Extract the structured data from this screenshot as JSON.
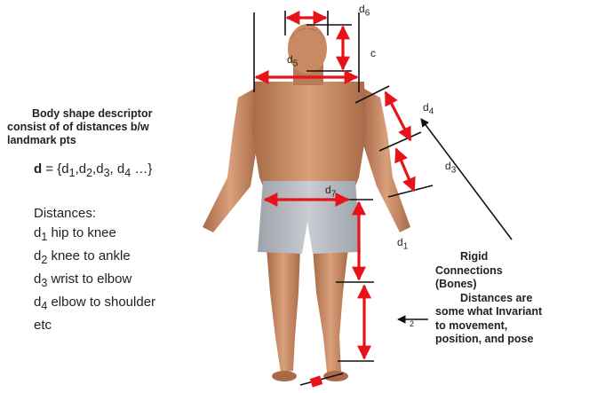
{
  "left_panel": {
    "descriptor_line1": "Body shape descriptor",
    "descriptor_line2": "consist of  of distances b/w",
    "descriptor_line3": "landmark pts",
    "formula_var": "d",
    "formula_rest": " = {d",
    "formula_items": [
      "1",
      ",d",
      "2",
      ",d",
      "3",
      ", d",
      "4",
      " …}"
    ],
    "distances_heading": "Distances:",
    "distances": [
      {
        "sym": "d",
        "sub": "1",
        "text": " hip to knee"
      },
      {
        "sym": "d",
        "sub": "2",
        "text": " knee to ankle"
      },
      {
        "sym": "d",
        "sub": "3",
        "text": " wrist to elbow"
      },
      {
        "sym": "d",
        "sub": "4",
        "text": " elbow to shoulder"
      }
    ],
    "etc": "etc"
  },
  "right_panel": {
    "line1": "Rigid",
    "line2": "Connections",
    "line3": "(Bones)",
    "line4": "Distances are",
    "line5": "some what Invariant",
    "line6": "to movement,",
    "line7": "position, and pose"
  },
  "labels": {
    "d6": {
      "sym": "d",
      "sub": "6"
    },
    "d5": {
      "sym": "d",
      "sub": "5"
    },
    "d4": {
      "sym": "d",
      "sub": "4"
    },
    "d3": {
      "sym": "d",
      "sub": "3"
    },
    "d7": {
      "sym": "d",
      "sub": "7"
    },
    "d1": {
      "sym": "d",
      "sub": "1"
    },
    "d2_fragment": "2",
    "c_fragment": "c"
  },
  "colors": {
    "arrow": "#e8121a",
    "line": "#111111",
    "skin": "#c98a63",
    "skin_dark": "#a86a48",
    "shorts": "#b9bcc3",
    "hair": "#3a2a20"
  },
  "figure": "man-standing-photo"
}
